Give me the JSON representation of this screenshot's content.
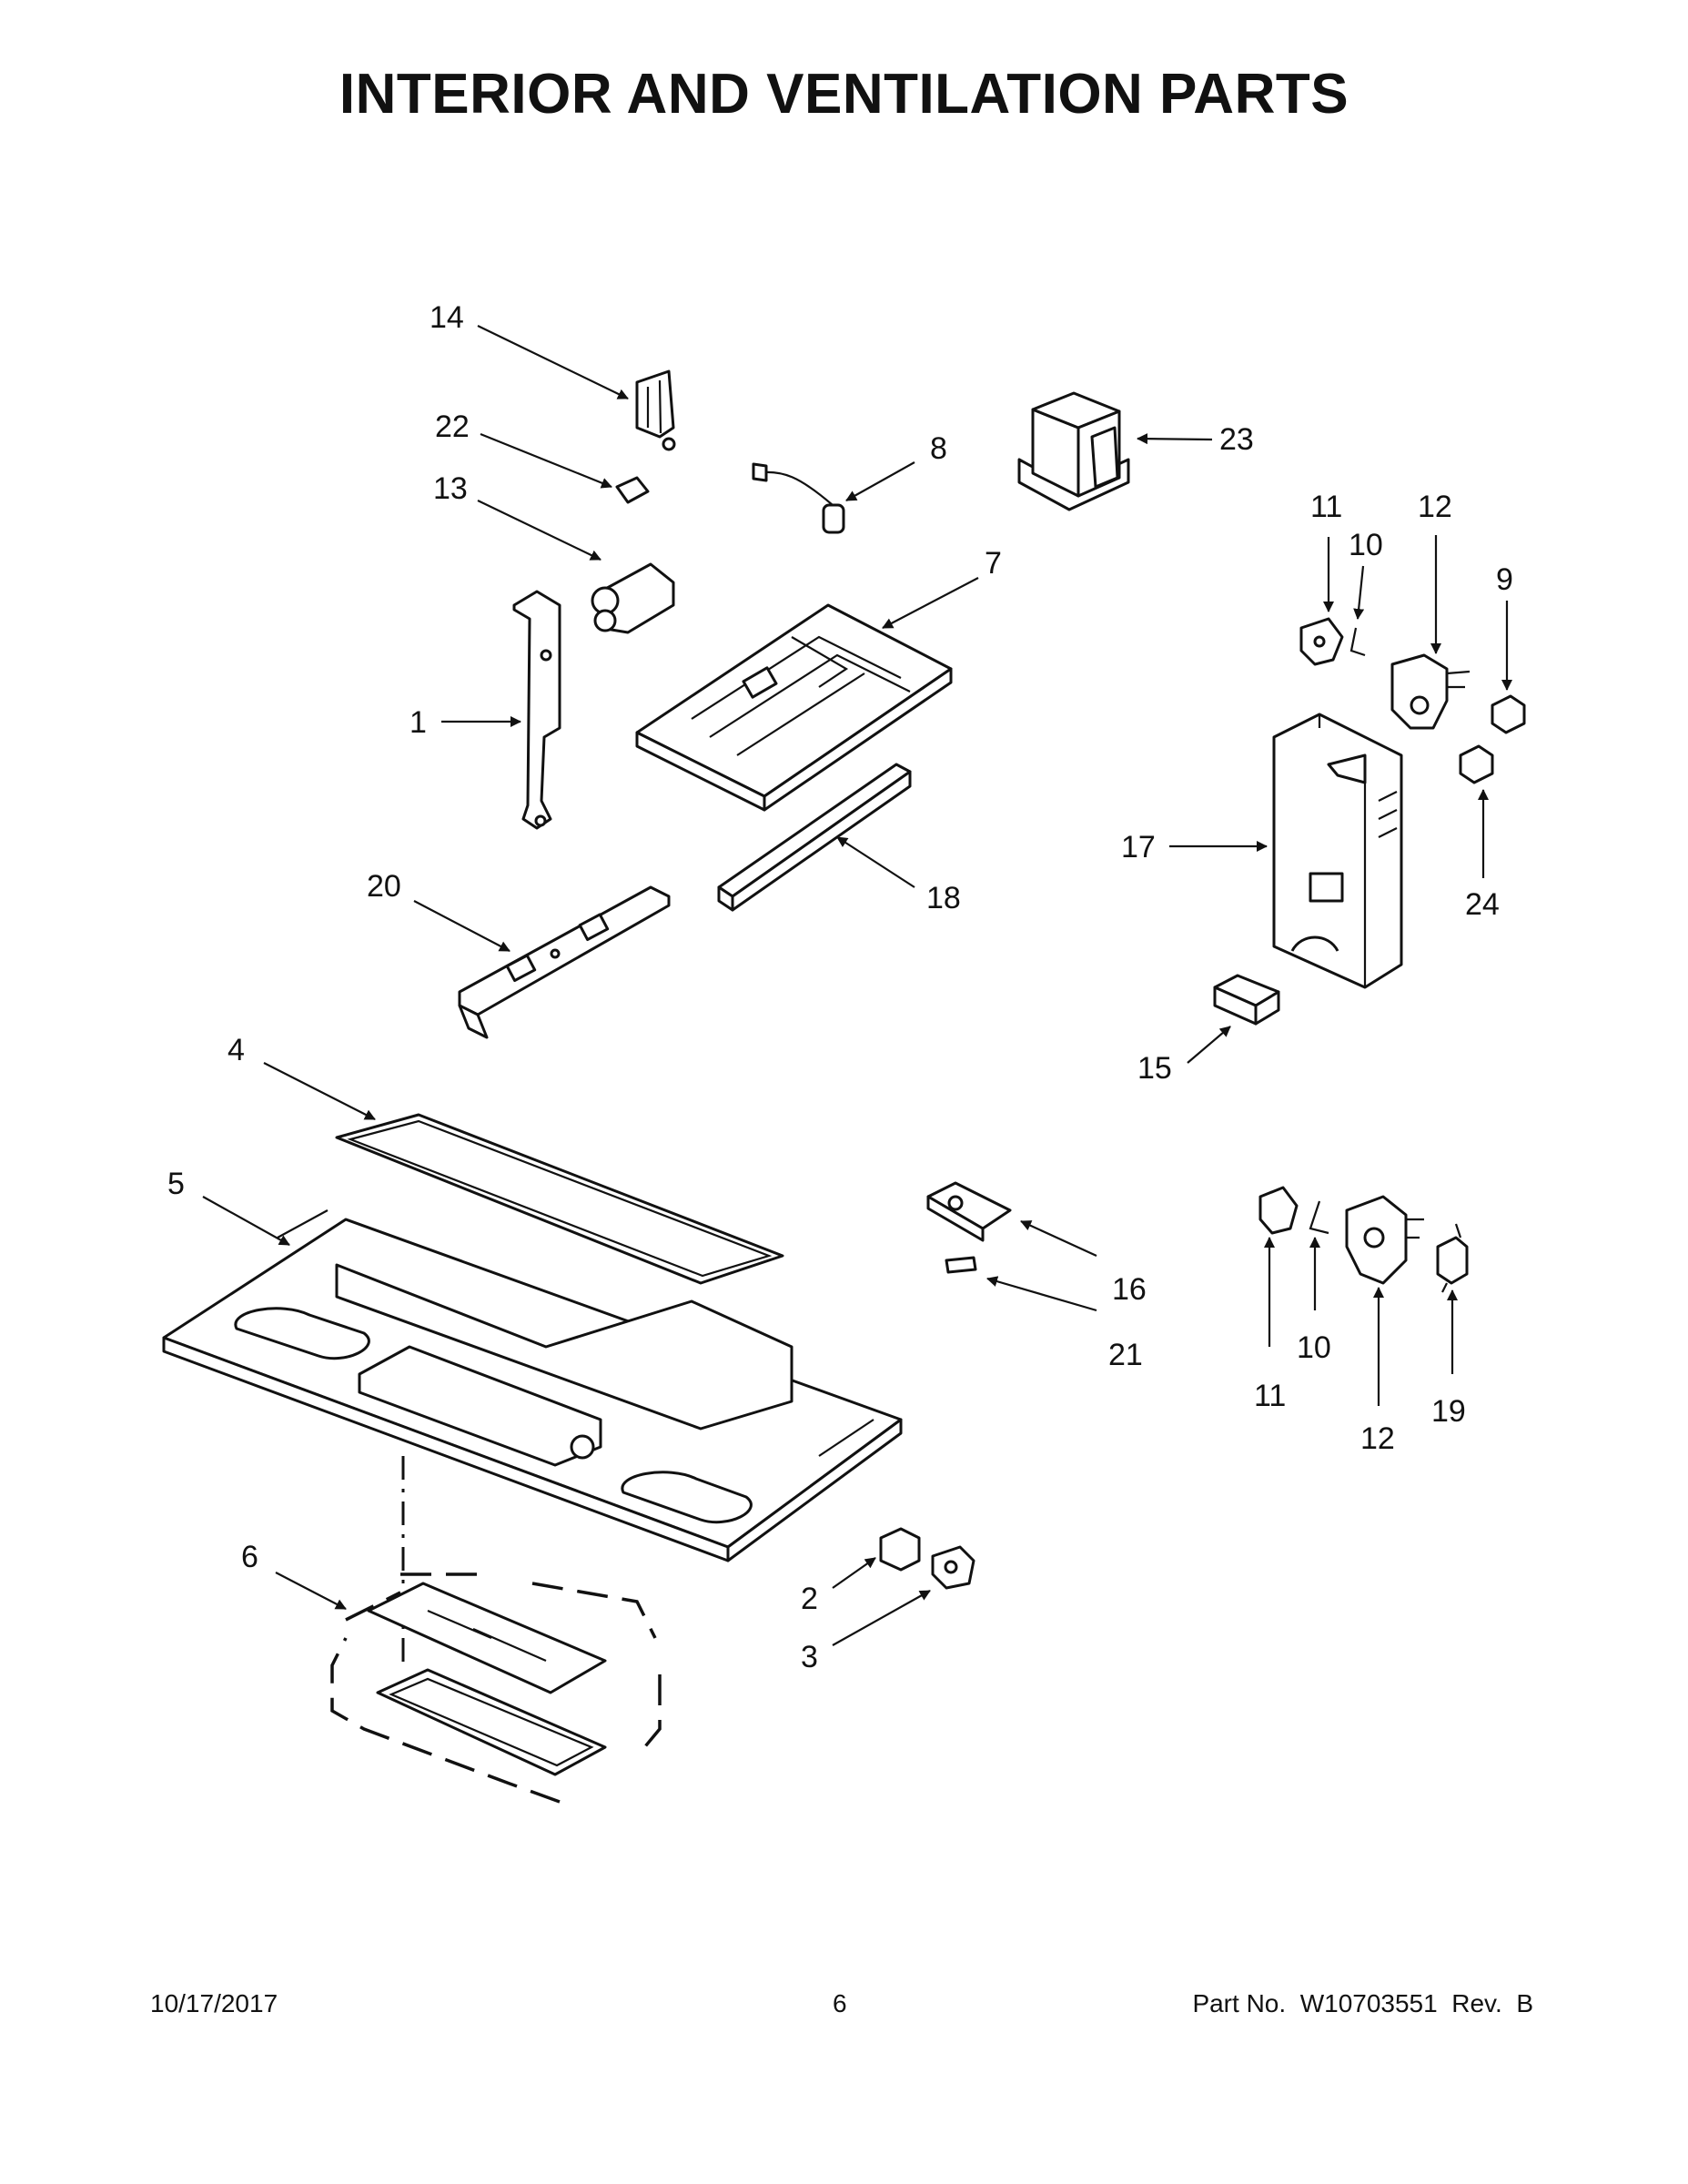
{
  "page": {
    "title": "INTERIOR AND VENTILATION PARTS"
  },
  "callouts": [
    "14",
    "22",
    "13",
    "8",
    "23",
    "7",
    "11",
    "10",
    "12",
    "9",
    "1",
    "17",
    "24",
    "18",
    "20",
    "15",
    "4",
    "5",
    "16",
    "21",
    "10",
    "11",
    "12",
    "19",
    "6",
    "2",
    "3"
  ],
  "footer": {
    "date": "10/17/2017",
    "page_number": "6",
    "part_number": "Part No.  W10703551  Rev.  B"
  }
}
